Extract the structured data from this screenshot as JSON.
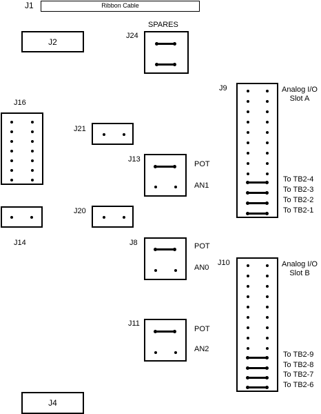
{
  "labels": {
    "j1": "J1",
    "ribbon_cable": "Ribbon Cable",
    "j2": "J2",
    "spares": "SPARES",
    "j24": "J24",
    "j16": "J16",
    "j14": "J14",
    "j21": "J21",
    "j20": "J20",
    "j13": "J13",
    "j8": "J8",
    "j11": "J11",
    "j9": "J9",
    "j10": "J10",
    "j4": "J4",
    "j13_pot": "POT",
    "j13_an": "AN1",
    "j8_pot": "POT",
    "j8_an": "AN0",
    "j11_pot": "POT",
    "j11_an": "AN2",
    "slot_a": "Analog I/O\nSlot A",
    "slot_b": "Analog I/O\nSlot B",
    "slot_a_rows": [
      "To TB2-4",
      "To TB2-3",
      "To TB2-2",
      "To TB2-1"
    ],
    "slot_b_rows": [
      "To TB2-9",
      "To TB2-8",
      "To TB2-7",
      "To TB2-6"
    ]
  }
}
